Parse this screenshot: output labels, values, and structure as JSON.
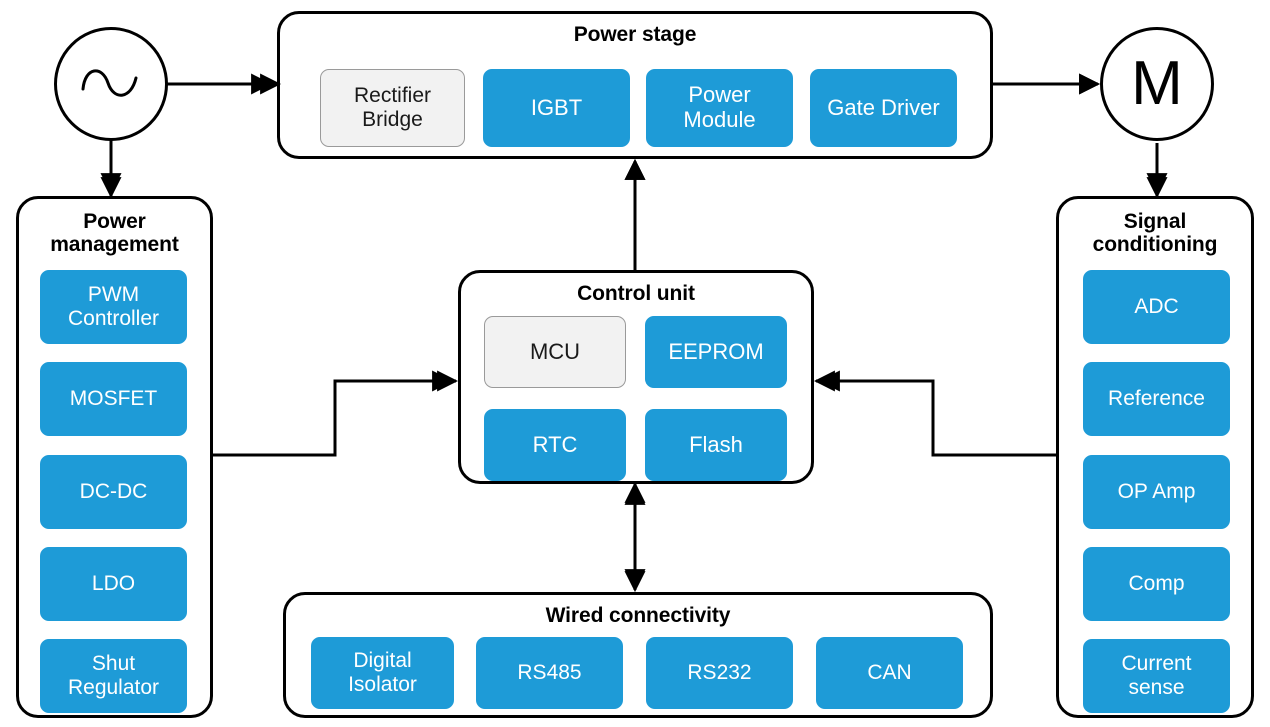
{
  "diagram": {
    "title_bar": null,
    "accent_blue": "#1e9bd7",
    "block_gray": "#f2f2f2",
    "line_color": "#000000"
  },
  "source": {
    "name": "ac-source",
    "symbol": "sine-wave"
  },
  "motor": {
    "name": "motor",
    "label": "M"
  },
  "power_stage": {
    "title": "Power stage",
    "blocks": [
      {
        "label": "Rectifier\nBridge",
        "line1": "Rectifier",
        "line2": "Bridge",
        "style": "gray"
      },
      {
        "label": "IGBT",
        "line1": "IGBT",
        "line2": "",
        "style": "blue"
      },
      {
        "label": "Power\nModule",
        "line1": "Power",
        "line2": "Module",
        "style": "blue"
      },
      {
        "label": "Gate Driver",
        "line1": "Gate Driver",
        "line2": "",
        "style": "blue"
      }
    ]
  },
  "power_management": {
    "title_line1": "Power",
    "title_line2": "management",
    "blocks": [
      {
        "line1": "PWM",
        "line2": "Controller",
        "style": "blue"
      },
      {
        "line1": "MOSFET",
        "line2": "",
        "style": "blue"
      },
      {
        "line1": "DC-DC",
        "line2": "",
        "style": "blue"
      },
      {
        "line1": "LDO",
        "line2": "",
        "style": "blue"
      },
      {
        "line1": "Shut",
        "line2": "Regulator",
        "style": "blue"
      }
    ]
  },
  "control_unit": {
    "title": "Control unit",
    "blocks": [
      {
        "line1": "MCU",
        "line2": "",
        "style": "gray"
      },
      {
        "line1": "EEPROM",
        "line2": "",
        "style": "blue"
      },
      {
        "line1": "RTC",
        "line2": "",
        "style": "blue"
      },
      {
        "line1": "Flash",
        "line2": "",
        "style": "blue"
      }
    ]
  },
  "signal_conditioning": {
    "title_line1": "Signal",
    "title_line2": "conditioning",
    "blocks": [
      {
        "line1": "ADC",
        "line2": "",
        "style": "blue"
      },
      {
        "line1": "Reference",
        "line2": "",
        "style": "blue"
      },
      {
        "line1": "OP Amp",
        "line2": "",
        "style": "blue"
      },
      {
        "line1": "Comp",
        "line2": "",
        "style": "blue"
      },
      {
        "line1": "Current",
        "line2": "sense",
        "style": "blue"
      }
    ]
  },
  "wired_connectivity": {
    "title": "Wired connectivity",
    "blocks": [
      {
        "line1": "Digital",
        "line2": "Isolator",
        "style": "blue"
      },
      {
        "line1": "RS485",
        "line2": "",
        "style": "blue"
      },
      {
        "line1": "RS232",
        "line2": "",
        "style": "blue"
      },
      {
        "line1": "CAN",
        "line2": "",
        "style": "blue"
      }
    ]
  },
  "connections": [
    {
      "from": "ac-source",
      "to": "power-stage",
      "direction": "one-way"
    },
    {
      "from": "ac-source",
      "to": "power-management",
      "direction": "one-way"
    },
    {
      "from": "power-stage",
      "to": "motor",
      "direction": "one-way"
    },
    {
      "from": "motor",
      "to": "signal-conditioning",
      "direction": "one-way"
    },
    {
      "from": "control-unit",
      "to": "power-stage",
      "direction": "one-way"
    },
    {
      "from": "power-management",
      "to": "control-unit",
      "direction": "one-way"
    },
    {
      "from": "signal-conditioning",
      "to": "control-unit",
      "direction": "one-way"
    },
    {
      "from": "control-unit",
      "to": "wired-connectivity",
      "direction": "two-way"
    }
  ]
}
